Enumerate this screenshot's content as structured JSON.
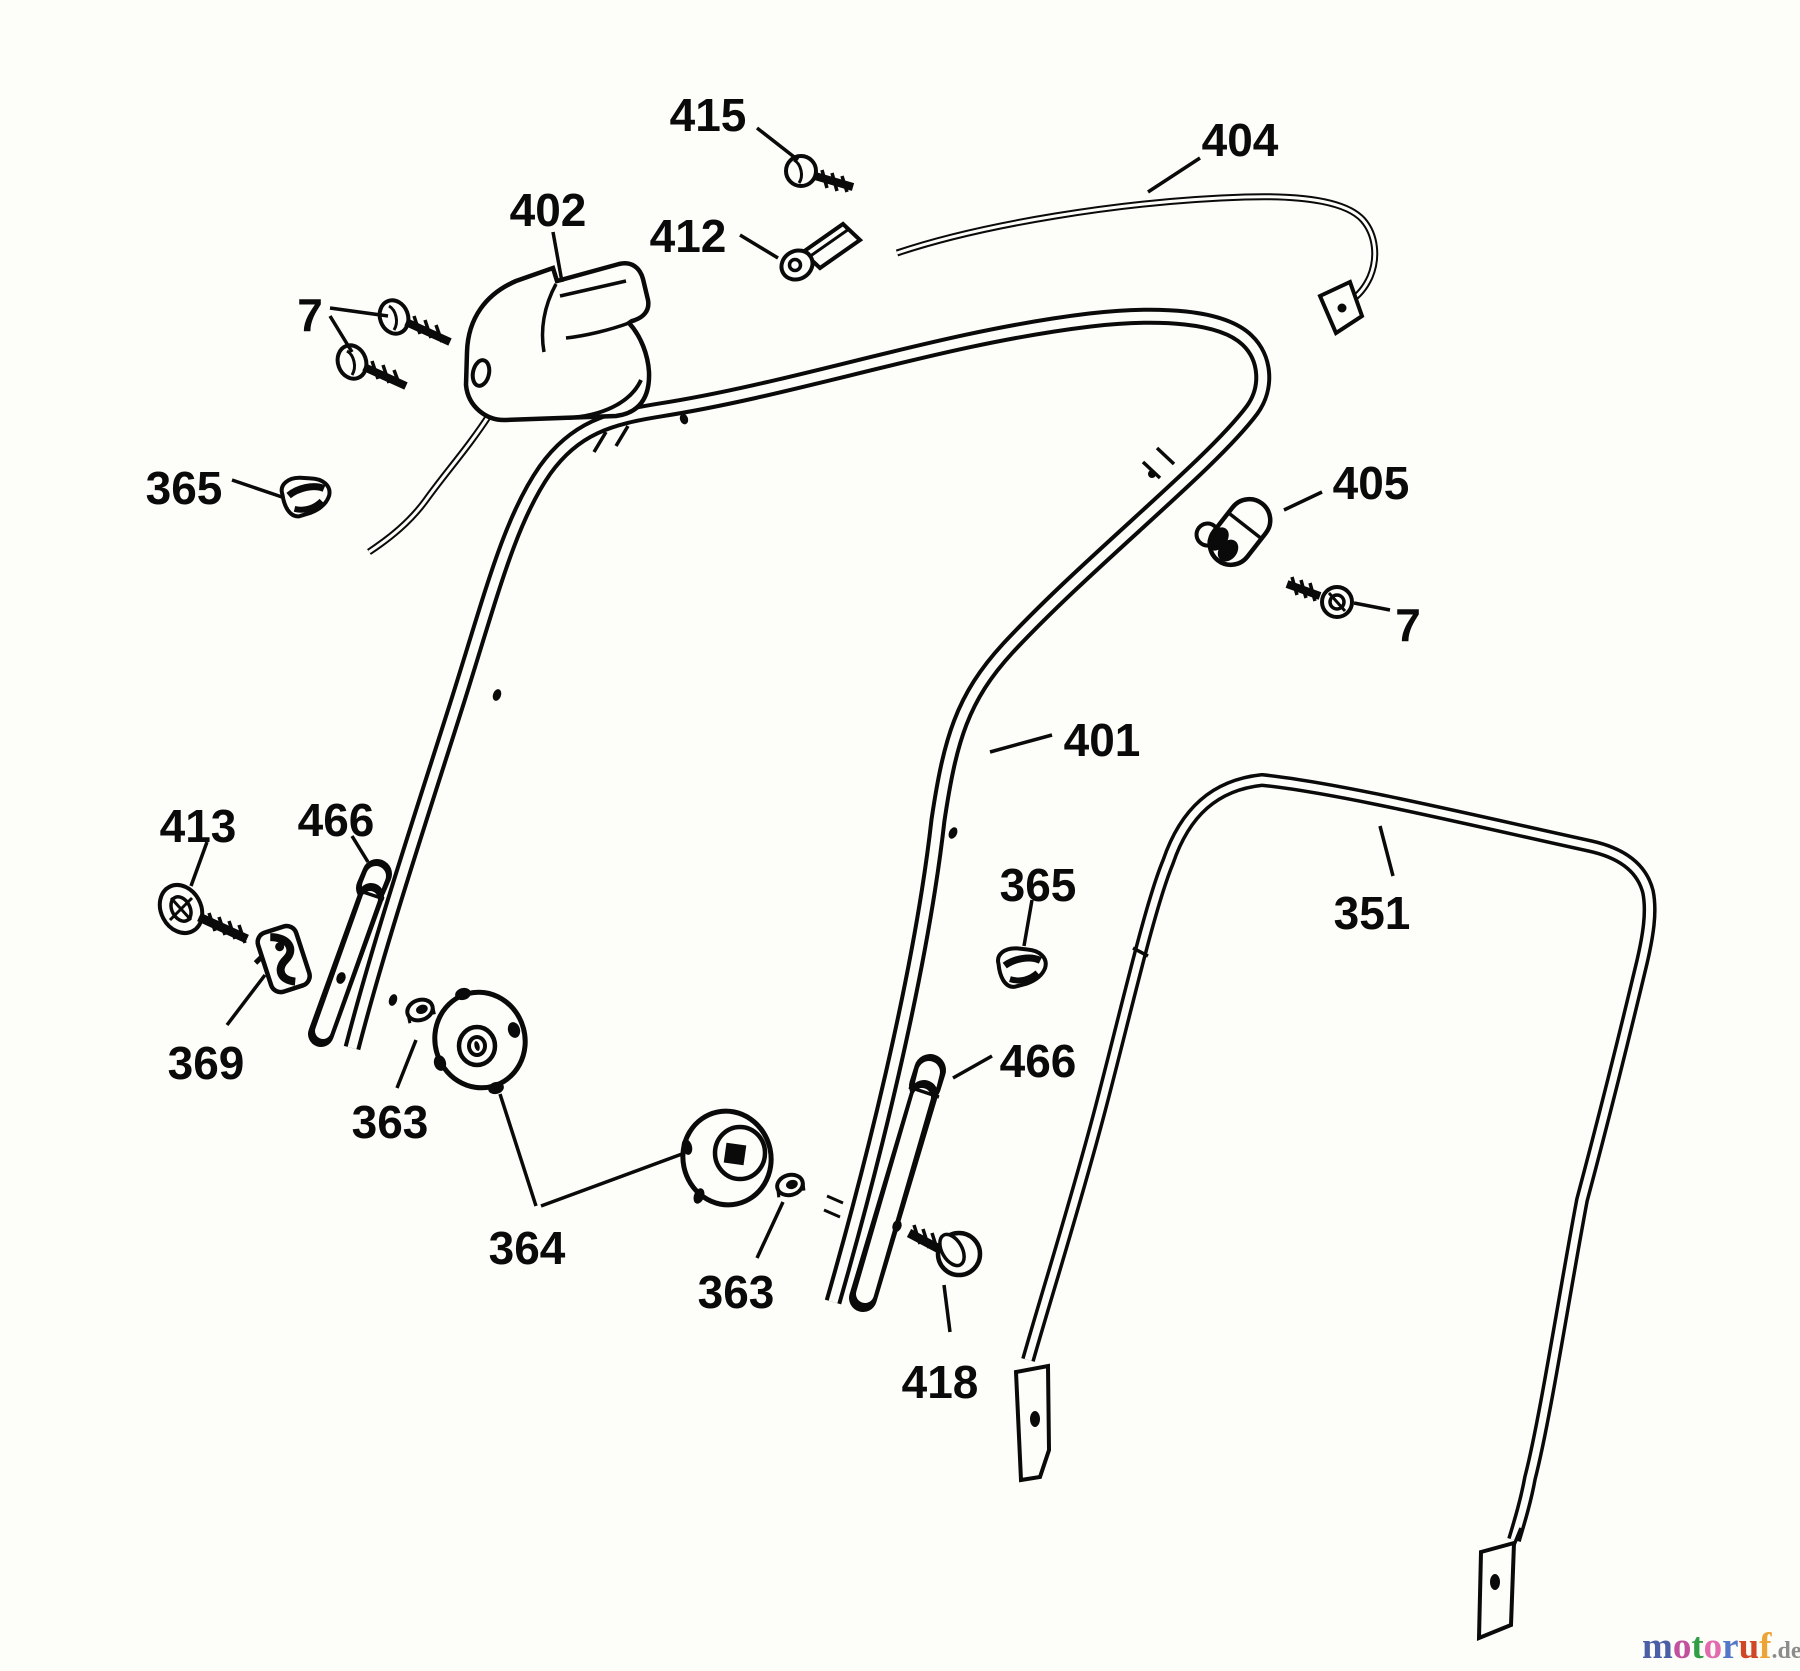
{
  "page": {
    "background": "#fdfdfa",
    "ink_color": "#0a0a0a"
  },
  "diagram": {
    "type": "exploded-parts-drawing",
    "part_numbers_visible": [
      "7",
      "351",
      "363",
      "364",
      "365",
      "369",
      "401",
      "402",
      "404",
      "405",
      "412",
      "413",
      "415",
      "418",
      "466"
    ],
    "callouts": [
      {
        "text": "415"
      },
      {
        "text": "412"
      },
      {
        "text": "402"
      },
      {
        "text": "7"
      },
      {
        "text": "404"
      },
      {
        "text": "365"
      },
      {
        "text": "405"
      },
      {
        "text": "7"
      },
      {
        "text": "401"
      },
      {
        "text": "413"
      },
      {
        "text": "466"
      },
      {
        "text": "369"
      },
      {
        "text": "363"
      },
      {
        "text": "351"
      },
      {
        "text": "365"
      },
      {
        "text": "466"
      },
      {
        "text": "364"
      },
      {
        "text": "363"
      },
      {
        "text": "418"
      }
    ]
  },
  "watermark": {
    "text": "motoruf.de",
    "letters": [
      {
        "char": "m",
        "color": "#4a5fa5"
      },
      {
        "char": "o",
        "color": "#c1519e"
      },
      {
        "char": "t",
        "color": "#2f9e44"
      },
      {
        "char": "o",
        "color": "#e26aad"
      },
      {
        "char": "r",
        "color": "#5577c8"
      },
      {
        "char": "u",
        "color": "#d04727"
      },
      {
        "char": "f",
        "color": "#eda437"
      }
    ],
    "suffix": {
      "text": ".de",
      "color": "#8c8c8c"
    }
  }
}
